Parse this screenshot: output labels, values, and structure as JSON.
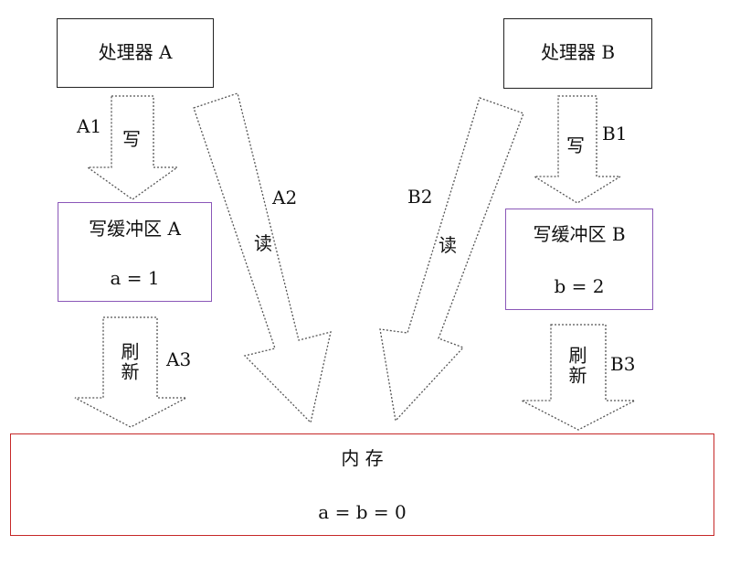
{
  "processor_a": {
    "label": "处理器 A"
  },
  "processor_b": {
    "label": "处理器 B"
  },
  "buffer_a": {
    "title": "写缓冲区 A",
    "value": "a = 1"
  },
  "buffer_b": {
    "title": "写缓冲区 B",
    "value": "b = 2"
  },
  "memory": {
    "title": "内 存",
    "value": "a = b = 0"
  },
  "arrows": {
    "a1": {
      "id": "A1",
      "action": "写"
    },
    "a2": {
      "id": "A2",
      "action": "读"
    },
    "a3": {
      "id": "A3",
      "action": "刷新"
    },
    "b1": {
      "id": "B1",
      "action": "写"
    },
    "b2": {
      "id": "B2",
      "action": "读"
    },
    "b3": {
      "id": "B3",
      "action": "刷新"
    }
  }
}
